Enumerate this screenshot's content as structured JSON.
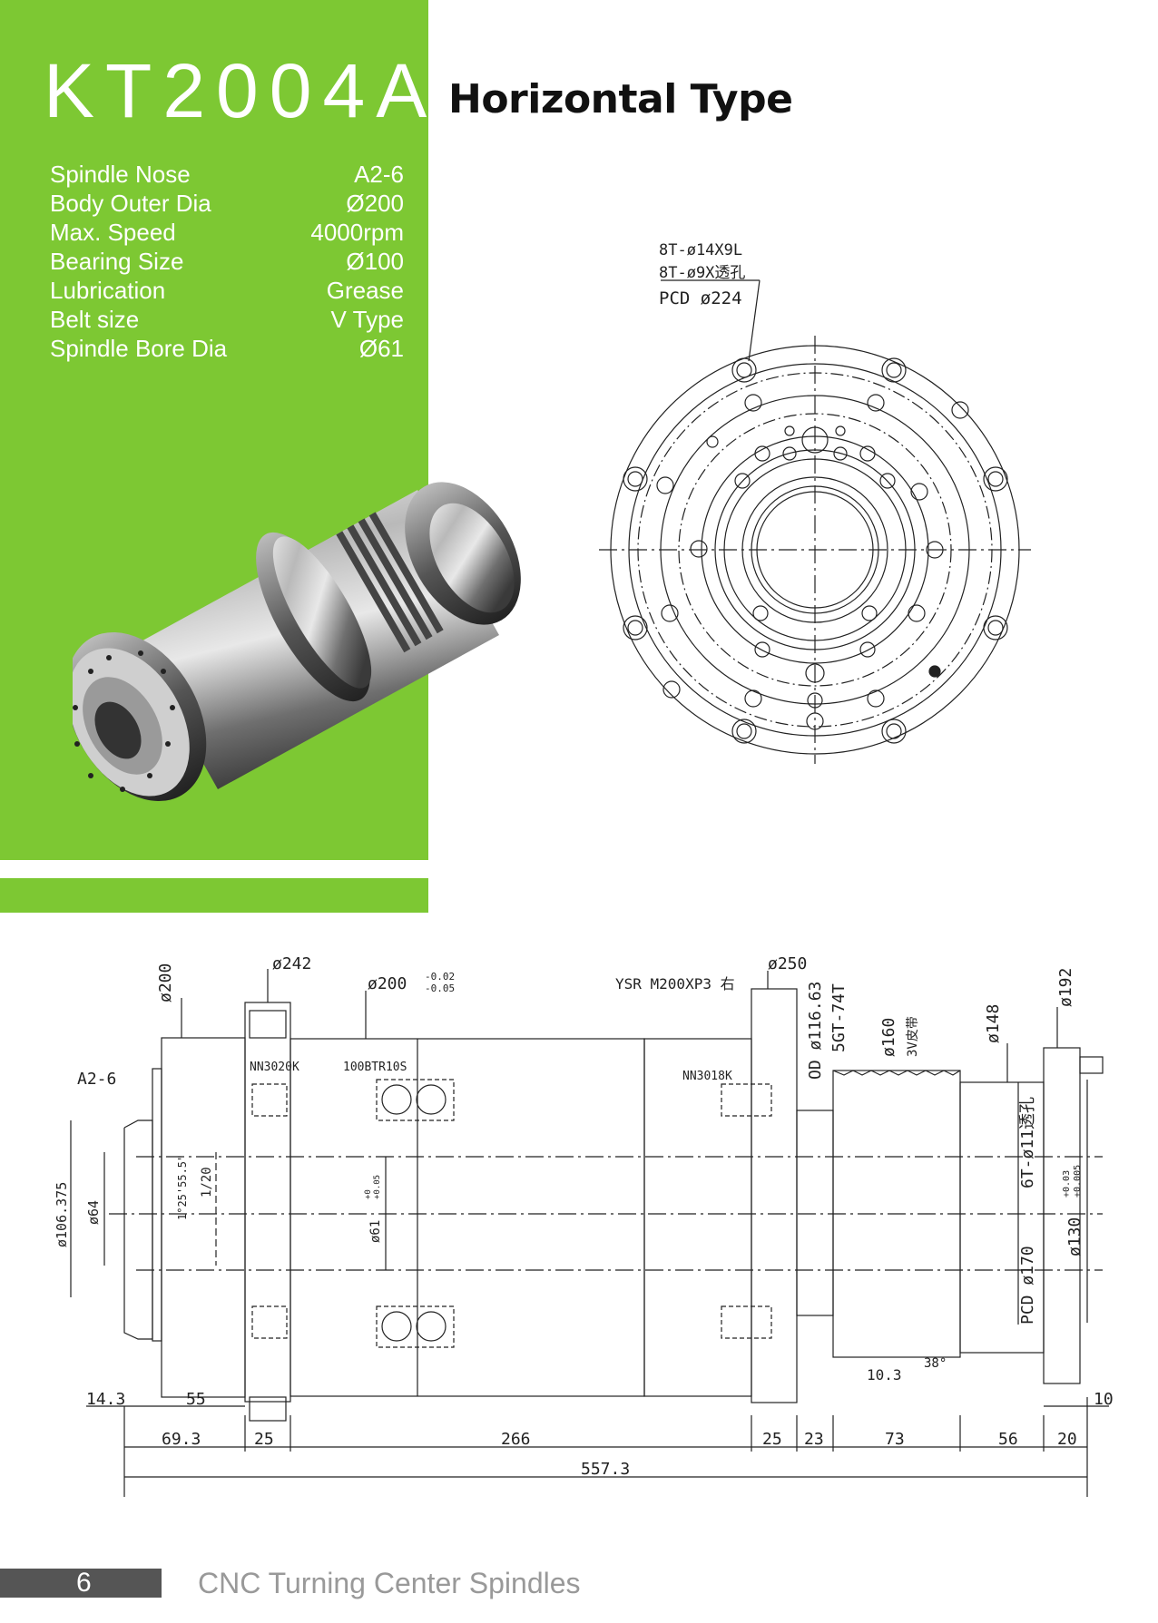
{
  "model": "KT2004A",
  "type_title": "Horizontal Type",
  "specs": [
    {
      "label": "Spindle Nose",
      "value": "A2-6"
    },
    {
      "label": "Body Outer Dia",
      "value": "Ø200"
    },
    {
      "label": "Max. Speed",
      "value": "4000rpm"
    },
    {
      "label": "Bearing Size",
      "value": "Ø100"
    },
    {
      "label": "Lubrication",
      "value": "Grease"
    },
    {
      "label": "Belt size",
      "value": "V Type"
    },
    {
      "label": "Spindle Bore Dia",
      "value": "Ø61"
    }
  ],
  "front_view": {
    "label1": "8T-ø14X9L",
    "label2": "8T-ø9X透孔",
    "label3": "PCD ø224"
  },
  "side_view": {
    "d200": "ø200",
    "d242": "ø242",
    "d200tol": "ø200",
    "tol_upper": "-0.02",
    "tol_lower": "-0.05",
    "ysr": "YSR M200XP3 右",
    "d250": "ø250",
    "od": "OD ø116.63",
    "belt_teeth": "5GT-74T",
    "d160": "ø160",
    "belt_type": "3V皮带",
    "d148": "ø148",
    "d192": "ø192",
    "a26": "A2-6",
    "nn3020k": "NN3020K",
    "btr": "100BTR10S",
    "nn3018k": "NN3018K",
    "d106": "ø106.375",
    "d64": "ø64",
    "taper_angle": "1°25'55.5\"",
    "taper_ratio": "1/20",
    "d61": "ø61",
    "d61_tol_a": "+0",
    "d61_tol_b": "+0.05",
    "holes": "6T-ø11透孔",
    "pcd170": "PCD ø170",
    "d130": "ø130",
    "d130_tol_a": "+0.03",
    "d130_tol_b": "+0.005",
    "w103": "10.3",
    "angle38": "38°",
    "dim143": "14.3",
    "dim55": "55",
    "dim10": "10",
    "dim693": "69.3",
    "dim25a": "25",
    "dim266": "266",
    "dim25b": "25",
    "dim23": "23",
    "dim73": "73",
    "dim56": "56",
    "dim20": "20",
    "dim5573": "557.3"
  },
  "footer": {
    "page": "6",
    "title": "CNC Turning Center Spindles"
  },
  "colors": {
    "green": "#7dc833",
    "footer_gray": "#555555"
  }
}
